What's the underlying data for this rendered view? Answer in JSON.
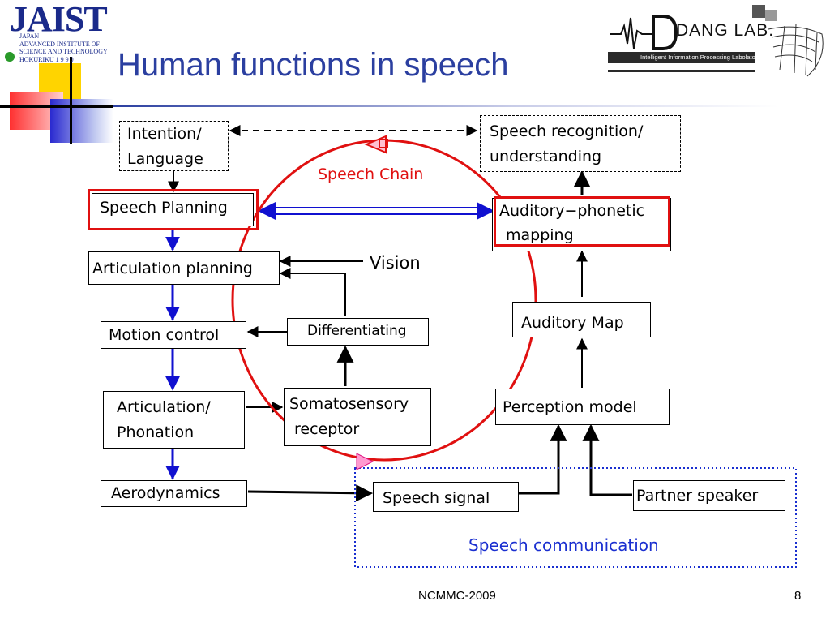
{
  "slide": {
    "title": "Human functions in speech",
    "footer": "NCMMC-2009",
    "page_number": "8"
  },
  "logos": {
    "jaist": {
      "wordmark": "JAIST",
      "lines": [
        "JAPAN",
        "ADVANCED INSTITUTE OF",
        "SCIENCE AND TECHNOLOGY",
        "HOKURIKU 1 9 9 0"
      ]
    },
    "dang_lab": {
      "name": "DANG LAB.",
      "subtitle": "Intelligent Information Processing Labolatory"
    }
  },
  "diagram": {
    "left_column": {
      "intention": [
        "Intention/",
        "Language"
      ],
      "speech_planning": "Speech Planning",
      "articulation_planning": "Articulation planning",
      "motion_control": "Motion control",
      "articulation_phonation": [
        "Articulation/",
        "Phonation"
      ],
      "aerodynamics": "Aerodynamics"
    },
    "middle": {
      "vision": "Vision",
      "differentiating": "Differentiating",
      "somatosensory": [
        "Somatosensory",
        "receptor"
      ],
      "speech_chain": "Speech Chain"
    },
    "right_column": {
      "speech_recognition": [
        "Speech recognition/",
        "understanding"
      ],
      "auditory_phonetic": [
        "Auditory−phonetic",
        "mapping"
      ],
      "auditory_map": "Auditory Map",
      "perception_model": "Perception model",
      "speech_signal": "Speech signal",
      "partner_speaker": "Partner speaker",
      "speech_communication": "Speech communication"
    },
    "colors": {
      "title": "#2b3fa0",
      "speech_chain": "#e01010",
      "planning_link": "#1010d0",
      "communication_frame": "#1a2fd0"
    }
  }
}
